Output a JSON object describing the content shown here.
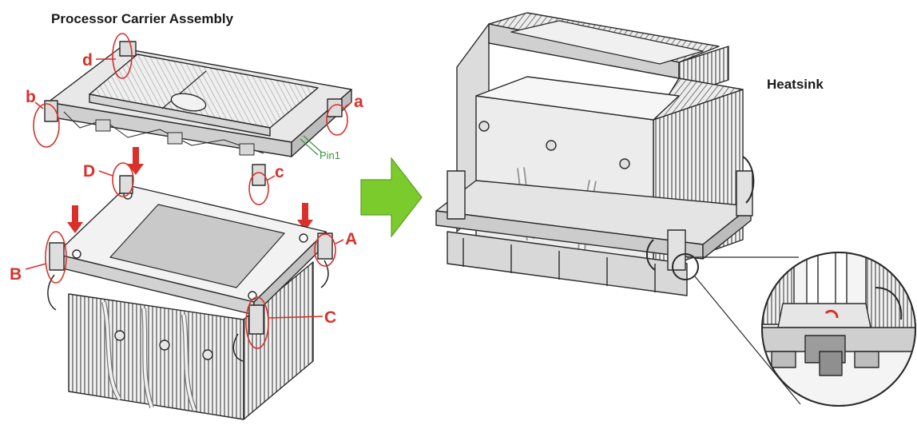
{
  "titles": {
    "carrier": "Processor Carrier Assembly",
    "heatsink": "Heatsink"
  },
  "labels": {
    "carrier_a": "a",
    "carrier_b": "b",
    "carrier_c": "c",
    "carrier_d": "d",
    "heatsink_A": "A",
    "heatsink_B": "B",
    "heatsink_C": "C",
    "heatsink_D": "D",
    "pin1": "Pin1"
  },
  "colors": {
    "accent_red": "#d9302a",
    "pin_green": "#3f8f3f",
    "arrow_green": "#7ccb2c",
    "line": "#2a2a2a"
  }
}
